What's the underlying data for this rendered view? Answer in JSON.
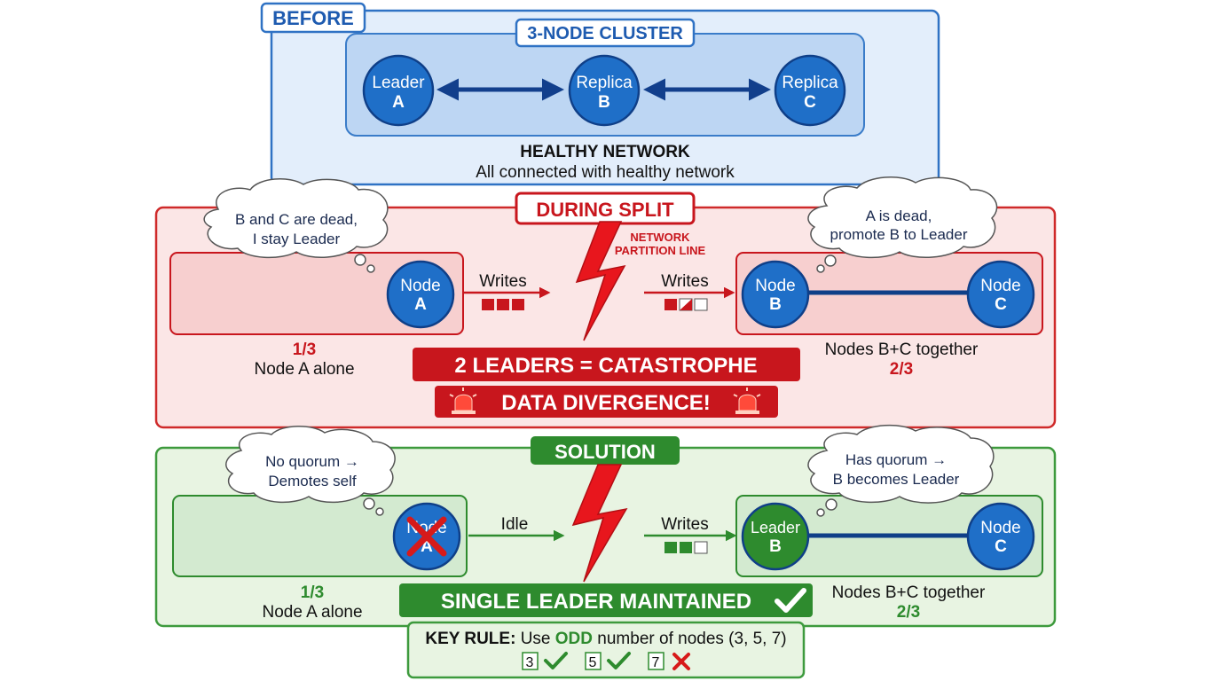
{
  "before": {
    "tag": "BEFORE",
    "cluster_label": "3-NODE CLUSTER",
    "nodes": [
      {
        "line1": "Leader",
        "line2": "A"
      },
      {
        "line1": "Replica",
        "line2": "B"
      },
      {
        "line1": "Replica",
        "line2": "C"
      }
    ],
    "status_title": "HEALTHY NETWORK",
    "status_text": "All connected with healthy network"
  },
  "split": {
    "tag": "DURING SPLIT",
    "left_thought": {
      "line1": "B and C are dead,",
      "line2": "I stay Leader"
    },
    "right_thought": {
      "line1": "A is dead,",
      "line2": "promote B to Leader"
    },
    "partition_label": {
      "line1": "NETWORK",
      "line2": "PARTITION LINE"
    },
    "left_node": {
      "line1": "Node",
      "line2": "A"
    },
    "left_writes": "Writes",
    "right_writes": "Writes",
    "right_nodes": [
      {
        "line1": "Node",
        "line2": "B"
      },
      {
        "line1": "Node",
        "line2": "C"
      }
    ],
    "left_fraction": "1/3",
    "left_caption": "Node A alone",
    "right_caption": "Nodes B+C together",
    "right_fraction": "2/3",
    "banner1": "2 LEADERS = CATASTROPHE",
    "banner2": "DATA DIVERGENCE!"
  },
  "solution": {
    "tag": "SOLUTION",
    "left_thought": {
      "line1": "No quorum →",
      "line2": "Demotes self"
    },
    "right_thought": {
      "line1": "Has quorum →",
      "line2": "B becomes Leader"
    },
    "left_node": {
      "line1": "Node",
      "line2": "A"
    },
    "left_action": "Idle",
    "right_writes": "Writes",
    "right_nodes": [
      {
        "line1": "Leader",
        "line2": "B"
      },
      {
        "line1": "Node",
        "line2": "C"
      }
    ],
    "left_fraction": "1/3",
    "left_caption": "Node A alone",
    "right_caption": "Nodes B+C together",
    "right_fraction": "2/3",
    "banner": "SINGLE LEADER MAINTAINED"
  },
  "key_rule": {
    "label": "KEY RULE:",
    "text_pre": "Use",
    "highlight": "ODD",
    "text_post": "number of nodes (3, 5, 7)",
    "options": [
      {
        "value": "3",
        "ok": true
      },
      {
        "value": "5",
        "ok": true
      },
      {
        "value": "7",
        "ok": false
      }
    ]
  },
  "colors": {
    "blue": "#1e63b8",
    "blue_fill": "#dceafa",
    "red": "#c8161d",
    "red_fill": "#fbe3e3",
    "green": "#2e8b2e",
    "green_fill": "#e6f3e0",
    "node_blue": "#1f6fc8",
    "leader_green": "#2e8b2e"
  }
}
